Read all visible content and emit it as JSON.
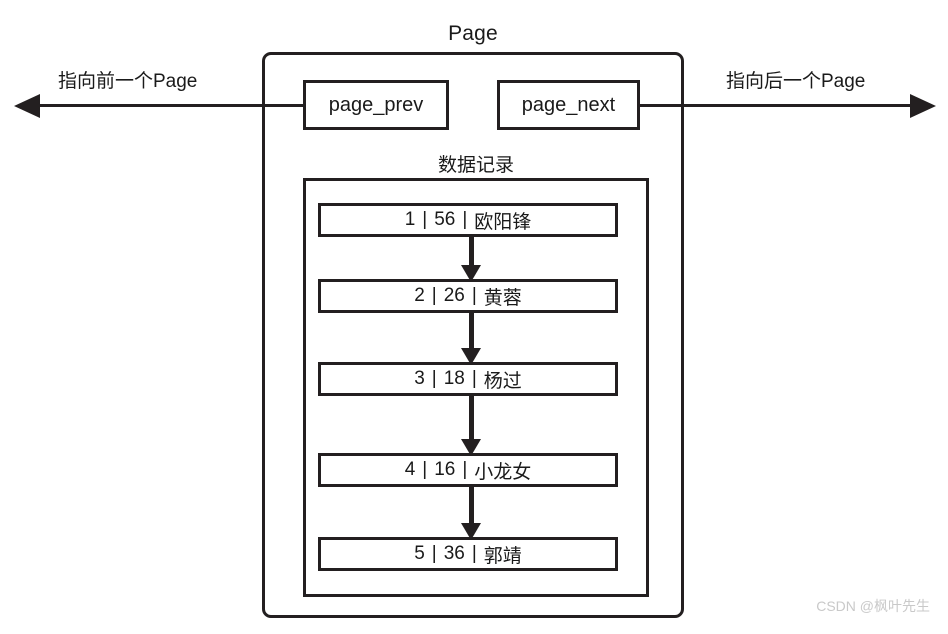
{
  "diagram": {
    "page": {
      "title": "Page",
      "prev_pointer_label": "page_prev",
      "next_pointer_label": "page_next"
    },
    "links": {
      "prev_arrow_label": "指向前一个Page",
      "next_arrow_label": "指向后一个Page",
      "prev_arrow_icon": "left-arrow-icon",
      "next_arrow_icon": "right-arrow-icon"
    },
    "records": {
      "title": "数据记录",
      "separator": "|",
      "rows": [
        {
          "id": "1",
          "value": "56",
          "name": "欧阳锋"
        },
        {
          "id": "2",
          "value": "26",
          "name": "黄蓉"
        },
        {
          "id": "3",
          "value": "18",
          "name": "杨过"
        },
        {
          "id": "4",
          "value": "16",
          "name": "小龙女"
        },
        {
          "id": "5",
          "value": "36",
          "name": "郭靖"
        }
      ],
      "connector_icon": "down-arrow-icon"
    },
    "watermark": "CSDN @枫叶先生",
    "colors": {
      "stroke": "#231f20",
      "text": "#1a1a1a",
      "background": "#ffffff",
      "watermark": "#c9c9c9"
    }
  }
}
